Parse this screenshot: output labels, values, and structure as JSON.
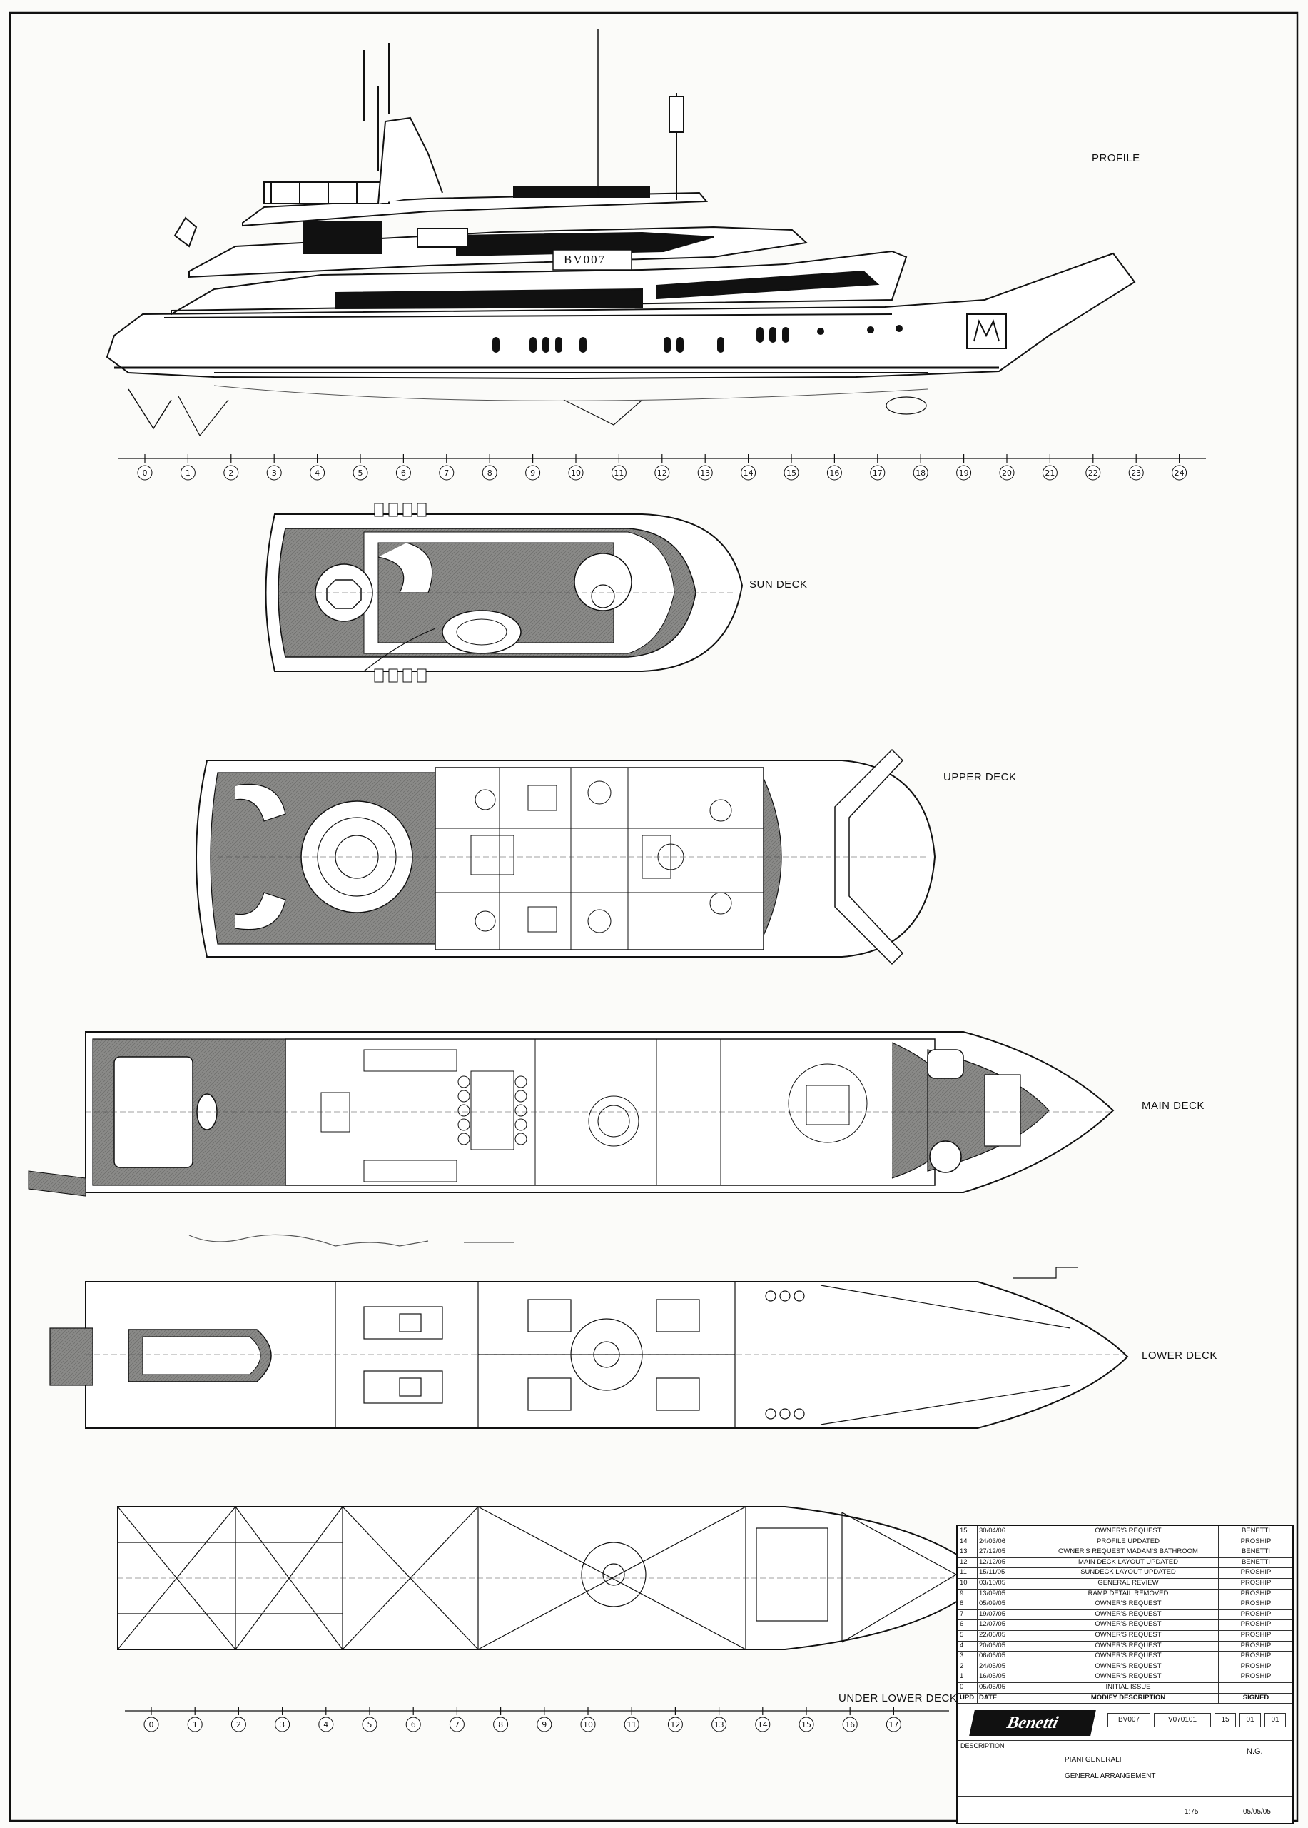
{
  "drawing": {
    "vessel_name": "BV007",
    "sections": {
      "profile": "PROFILE",
      "sun_deck": "SUN DECK",
      "upper_deck": "UPPER DECK",
      "main_deck": "MAIN DECK",
      "lower_deck": "LOWER DECK",
      "under_lower_deck": "UNDER LOWER DECK"
    },
    "frame_numbers_top": [
      "0",
      "1",
      "2",
      "3",
      "4",
      "5",
      "6",
      "7",
      "8",
      "9",
      "10",
      "11",
      "12",
      "13",
      "14",
      "15",
      "16",
      "17",
      "18",
      "19",
      "20",
      "21",
      "22",
      "23",
      "24"
    ],
    "frame_numbers_bottom": [
      "0",
      "1",
      "2",
      "3",
      "4",
      "5",
      "6",
      "7",
      "8",
      "9",
      "10",
      "11",
      "12",
      "13",
      "14",
      "15",
      "16",
      "17"
    ]
  },
  "revisions": {
    "rows": [
      {
        "no": "15",
        "date": "30/04/06",
        "desc": "OWNER'S REQUEST",
        "sig": "BENETTI"
      },
      {
        "no": "14",
        "date": "24/03/06",
        "desc": "PROFILE UPDATED",
        "sig": "PROSHIP"
      },
      {
        "no": "13",
        "date": "27/12/05",
        "desc": "OWNER'S REQUEST MADAM'S BATHROOM",
        "sig": "BENETTI"
      },
      {
        "no": "12",
        "date": "12/12/05",
        "desc": "MAIN DECK LAYOUT UPDATED",
        "sig": "BENETTI"
      },
      {
        "no": "11",
        "date": "15/11/05",
        "desc": "SUNDECK LAYOUT UPDATED",
        "sig": "PROSHIP"
      },
      {
        "no": "10",
        "date": "03/10/05",
        "desc": "GENERAL REVIEW",
        "sig": "PROSHIP"
      },
      {
        "no": "9",
        "date": "13/09/05",
        "desc": "RAMP DETAIL REMOVED",
        "sig": "PROSHIP"
      },
      {
        "no": "8",
        "date": "05/09/05",
        "desc": "OWNER'S REQUEST",
        "sig": "PROSHIP"
      },
      {
        "no": "7",
        "date": "19/07/05",
        "desc": "OWNER'S REQUEST",
        "sig": "PROSHIP"
      },
      {
        "no": "6",
        "date": "12/07/05",
        "desc": "OWNER'S REQUEST",
        "sig": "PROSHIP"
      },
      {
        "no": "5",
        "date": "22/06/05",
        "desc": "OWNER'S REQUEST",
        "sig": "PROSHIP"
      },
      {
        "no": "4",
        "date": "20/06/05",
        "desc": "OWNER'S REQUEST",
        "sig": "PROSHIP"
      },
      {
        "no": "3",
        "date": "06/06/05",
        "desc": "OWNER'S REQUEST",
        "sig": "PROSHIP"
      },
      {
        "no": "2",
        "date": "24/05/05",
        "desc": "OWNER'S REQUEST",
        "sig": "PROSHIP"
      },
      {
        "no": "1",
        "date": "16/05/05",
        "desc": "OWNER'S REQUEST",
        "sig": "PROSHIP"
      },
      {
        "no": "0",
        "date": "05/05/05",
        "desc": "INITIAL ISSUE",
        "sig": ""
      }
    ],
    "header": {
      "no": "UPD",
      "date": "DATE",
      "desc": "MODIFY DESCRIPTION",
      "sig": "SIGNED"
    }
  },
  "title_block": {
    "brand": "Benetti",
    "construction": "BV007",
    "drawing_no": "V070101",
    "revision": "15",
    "sheet": "01",
    "of": "01",
    "description_label": "DESCRIPTION",
    "title_1": "PIANI GENERALI",
    "title_2": "GENERAL ARRANGEMENT",
    "drawn_by": "N.G.",
    "scale": "1:75",
    "date": "05/05/05"
  },
  "colors": {
    "ink": "#111111",
    "deck_fill": "#8a8a88",
    "paper": "#fbfbf9"
  }
}
